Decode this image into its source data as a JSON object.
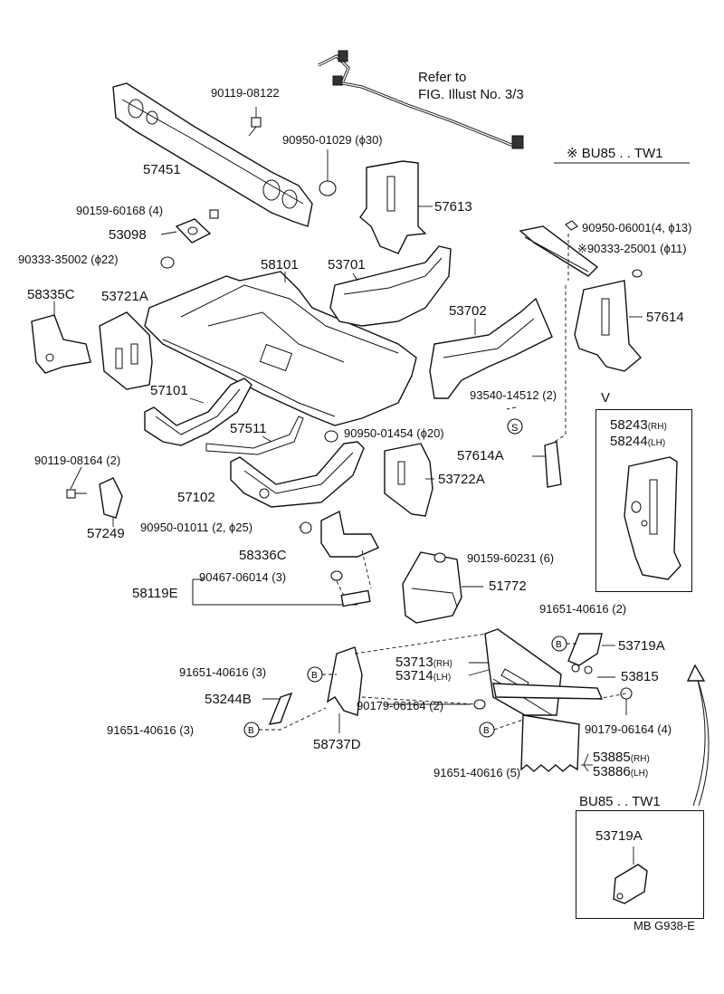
{
  "note": {
    "refer_line1": "Refer to",
    "refer_line2": "FIG. Illust No. 3/3",
    "variant_title": "※ BU85 . . TW1",
    "variant_v": "V",
    "bottom_box_title": "BU85 . . TW1",
    "footer_code": "MB G938-E"
  },
  "labels": {
    "p57451": "57451",
    "p90119_08122": "90119-08122",
    "p90950_01029": "90950-01029 (ϕ30)",
    "p57613": "57613",
    "p90159_60168": "90159-60168 (4)",
    "p53098": "53098",
    "p90333_35002": "90333-35002 (ϕ22)",
    "p58101": "58101",
    "p53701": "53701",
    "p58335C": "58335C",
    "p53721A": "53721A",
    "p53702": "53702",
    "p90950_06001": "90950-06001(4, ϕ13)",
    "p90333_25001": "※90333-25001 (ϕ11)",
    "p57614": "57614",
    "p93540_14512": "93540-14512 (2)",
    "p57101": "57101",
    "p57511": "57511",
    "p90950_01454": "90950-01454 (ϕ20)",
    "p57614A": "57614A",
    "p53722A": "53722A",
    "p90119_08164": "90119-08164 (2)",
    "p57102": "57102",
    "p57249": "57249",
    "p90950_01011": "90950-01011 (2, ϕ25)",
    "p58336C": "58336C",
    "p58243": "58243",
    "p58244": "58244",
    "rh": "(RH)",
    "lh": "(LH)",
    "p90159_60231": "90159-60231 (6)",
    "p58119E": "58119E",
    "p90467_06014": "90467-06014 (3)",
    "p51772": "51772",
    "p91651_40616_2": "91651-40616 (2)",
    "p53719A": "53719A",
    "p53713": "53713",
    "p53714": "53714",
    "p53815": "53815",
    "p91651_40616_3a": "91651-40616 (3)",
    "p53244B": "53244B",
    "p90179_06164_2": "90179-06164 (2)",
    "p90179_06164_4": "90179-06164 (4)",
    "p91651_40616_3b": "91651-40616 (3)",
    "p58737D": "58737D",
    "p91651_40616_5": "91651-40616 (5)",
    "p53885": "53885",
    "p53886": "53886",
    "p53719A_box": "53719A"
  },
  "symbols": {
    "bolt_b": "B",
    "screw_s": "S"
  }
}
